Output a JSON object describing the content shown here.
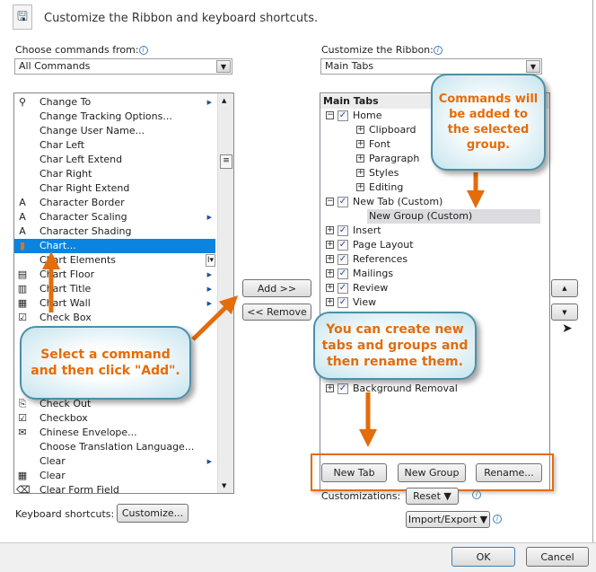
{
  "header": {
    "title": "Customize the Ribbon and keyboard shortcuts."
  },
  "left": {
    "label": "Choose commands from:",
    "dropdown_value": "All Commands",
    "items": [
      {
        "label": "Change To",
        "icon": "change-to-icon",
        "submenu": true
      },
      {
        "label": "Change Tracking Options..."
      },
      {
        "label": "Change User Name..."
      },
      {
        "label": "Char Left"
      },
      {
        "label": "Char Left Extend"
      },
      {
        "label": "Char Right"
      },
      {
        "label": "Char Right Extend"
      },
      {
        "label": "Character Border",
        "icon": "character-border-icon"
      },
      {
        "label": "Character Scaling",
        "icon": "character-scaling-icon",
        "submenu": true
      },
      {
        "label": "Character Shading",
        "icon": "character-shading-icon"
      },
      {
        "label": "Chart...",
        "icon": "chart-icon",
        "selected": true
      },
      {
        "label": "Chart Elements",
        "dropdown": true
      },
      {
        "label": "Chart Floor",
        "icon": "chart-floor-icon",
        "submenu": true
      },
      {
        "label": "Chart Title",
        "icon": "chart-title-icon",
        "submenu": true
      },
      {
        "label": "Chart Wall",
        "icon": "chart-wall-icon",
        "submenu": true
      },
      {
        "label": "Check Box",
        "icon": "checkbox-icon"
      },
      {
        "label": ""
      },
      {
        "label": ""
      },
      {
        "label": ""
      },
      {
        "label": ""
      },
      {
        "label": ""
      },
      {
        "label": "Check Out",
        "icon": "check-out-icon"
      },
      {
        "label": "Checkbox",
        "icon": "checkbox-icon"
      },
      {
        "label": "Chinese Envelope...",
        "icon": "envelope-icon"
      },
      {
        "label": "Choose Translation Language..."
      },
      {
        "label": "Clear",
        "submenu": true
      },
      {
        "label": "Clear",
        "icon": "clear-table-icon"
      },
      {
        "label": "Clear Form Field",
        "icon": "eraser-icon"
      }
    ]
  },
  "right": {
    "label": "Customize the Ribbon:",
    "dropdown_value": "Main Tabs",
    "tree": [
      {
        "label": "Main Tabs",
        "level": -1
      },
      {
        "label": "Home",
        "level": 0,
        "expanded": true,
        "checked": true
      },
      {
        "label": "Clipboard",
        "level": 1
      },
      {
        "label": "Font",
        "level": 1
      },
      {
        "label": "Paragraph",
        "level": 1
      },
      {
        "label": "Styles",
        "level": 1
      },
      {
        "label": "Editing",
        "level": 1
      },
      {
        "label": "New Tab (Custom)",
        "level": 0,
        "expanded": true,
        "checked": true
      },
      {
        "label": "New Group (Custom)",
        "level": 2,
        "selected": true
      },
      {
        "label": "Insert",
        "level": 0,
        "checked": true
      },
      {
        "label": "Page Layout",
        "level": 0,
        "checked": true
      },
      {
        "label": "References",
        "level": 0,
        "checked": true
      },
      {
        "label": "Mailings",
        "level": 0,
        "checked": true
      },
      {
        "label": "Review",
        "level": 0,
        "checked": true
      },
      {
        "label": "View",
        "level": 0,
        "checked": true
      },
      {
        "label": "",
        "level": -2
      },
      {
        "label": "",
        "level": -2
      },
      {
        "label": "",
        "level": -2
      },
      {
        "label": "",
        "level": -2
      },
      {
        "label": "",
        "level": -2
      },
      {
        "label": "Background Removal",
        "level": 0,
        "checked": true
      }
    ]
  },
  "buttons": {
    "add": "Add >>",
    "remove": "<< Remove",
    "new_tab": "New Tab",
    "new_group": "New Group",
    "rename": "Rename...",
    "reset": "Reset ▼",
    "import_export": "Import/Export ▼",
    "customize": "Customize...",
    "ok": "OK",
    "cancel": "Cancel"
  },
  "labels": {
    "customizations": "Customizations:",
    "keyboard_shortcuts": "Keyboard shortcuts:"
  },
  "callouts": {
    "add": "Select a command and then click \"Add\".",
    "group": "Commands will be added to the selected group.",
    "create": "You can create new tabs and groups and then rename them."
  },
  "colors": {
    "accent": "#e46c0a",
    "selection": "#0a84e0",
    "callout_border": "#4d8fa5"
  }
}
